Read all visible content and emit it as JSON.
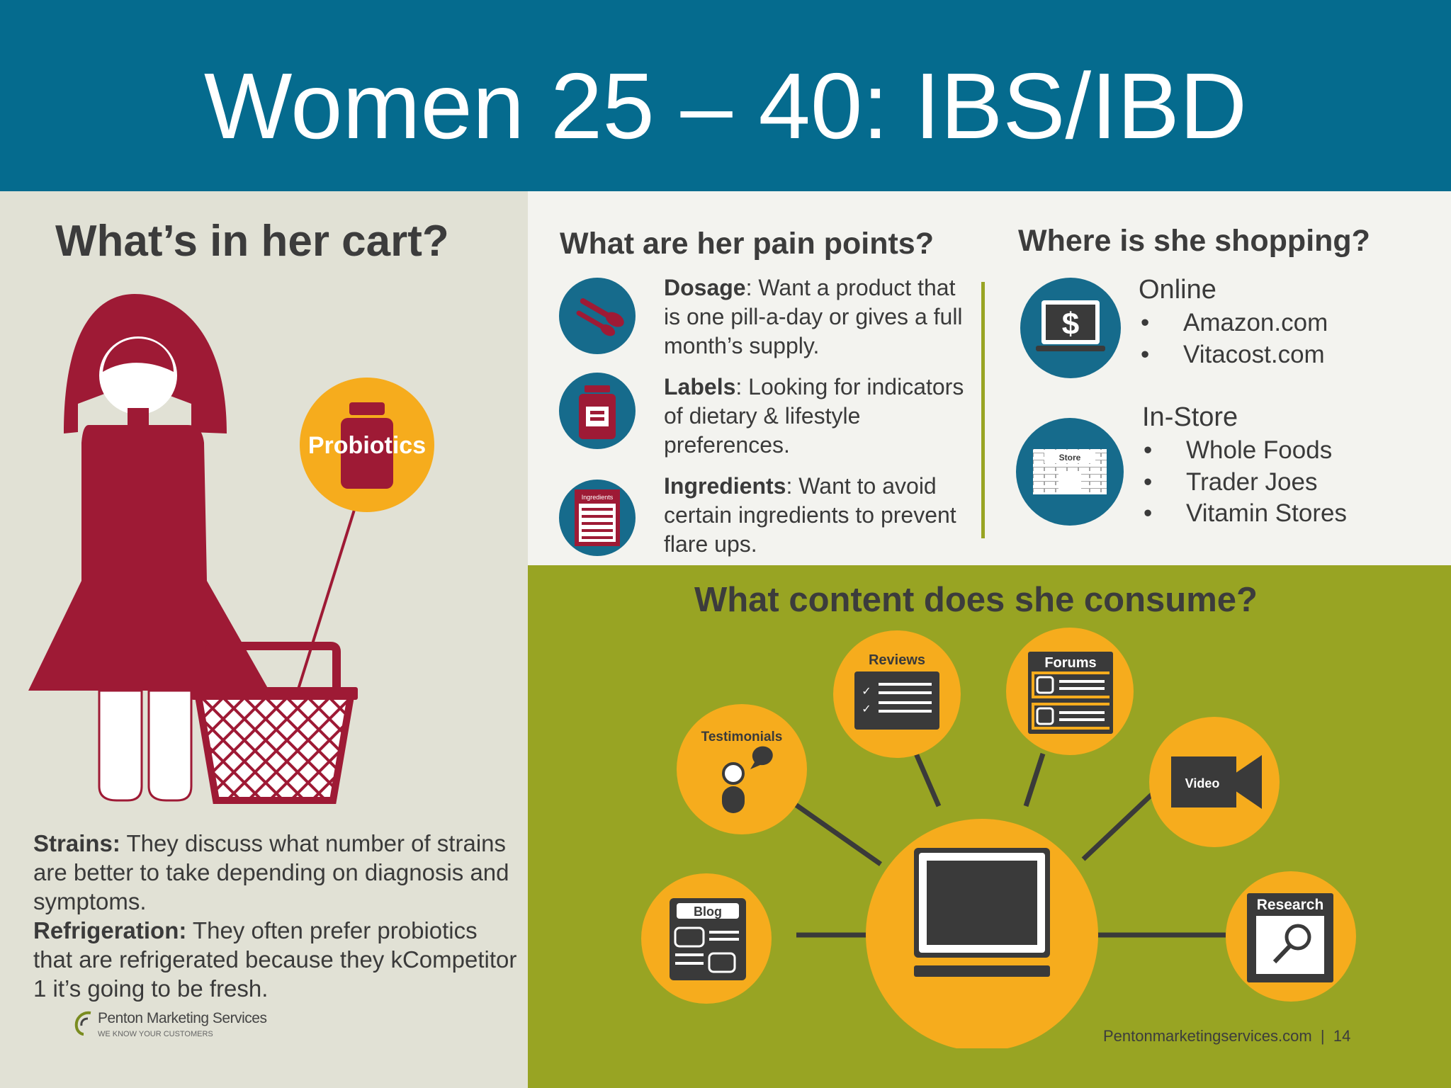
{
  "title": "Women 25 – 40: IBS/IBD",
  "cart": {
    "heading": "What’s in her cart?",
    "bottle_label": "Probiotics",
    "strains_label": "Strains:",
    "strains_text": " They discuss what number of strains are better to take depending on diagnosis and symptoms.",
    "refrigeration_label": "Refrigeration:",
    "refrigeration_text": " They often prefer probiotics that are refrigerated because they kCompetitor 1 it’s going to be fresh."
  },
  "pain_points": {
    "heading": "What are her pain points?",
    "items": [
      {
        "label": "Dosage",
        "text": ": Want a product that is one pill-a-day or gives a full month’s supply.",
        "icon": "spoons-icon"
      },
      {
        "label": "Labels",
        "text": ": Looking for indicators of dietary & lifestyle preferences.",
        "icon": "supplement-bottle-icon"
      },
      {
        "label": "Ingredients",
        "text": ": Want to avoid certain ingredients to prevent flare ups.",
        "icon": "ingredients-label-icon",
        "icon_text": "Ingredients"
      }
    ]
  },
  "shopping": {
    "heading": "Where is she shopping?",
    "online": {
      "label": "Online",
      "items": [
        "Amazon.com",
        "Vitacost.com"
      ],
      "icon_text": "$"
    },
    "instore": {
      "label": "In-Store",
      "items": [
        "Whole Foods",
        "Trader Joes",
        "Vitamin Stores"
      ],
      "icon_text": "Store"
    }
  },
  "content": {
    "heading": "What content does she consume?",
    "nodes": {
      "reviews": "Reviews",
      "forums": "Forums",
      "testimonials": "Testimonials",
      "video": "Video",
      "blog": "Blog",
      "research": "Research"
    }
  },
  "brand": {
    "name": "Penton Marketing Services",
    "tagline": "WE KNOW YOUR CUSTOMERS"
  },
  "footer": {
    "url": "Pentonmarketingservices.com",
    "separator": "|",
    "page": "14"
  },
  "colors": {
    "header_blue": "#056b8e",
    "left_panel": "#e1e1d5",
    "top_right_panel": "#f3f3ef",
    "olive": "#98a423",
    "maroon": "#9e1a35",
    "orange": "#f6ac1d",
    "icon_blue": "#166b8c",
    "dark_gray": "#3c3c3c"
  }
}
